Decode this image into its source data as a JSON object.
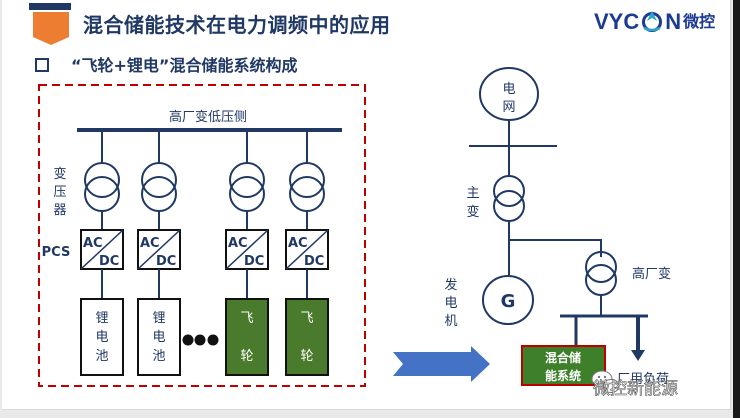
{
  "header": {
    "title": "混合储能技术在电力调频中的应用",
    "subtitle": "“飞轮+锂电”混合储能系统构成",
    "logo_text": "VYC",
    "logo_text_2": "N",
    "logo_cn": "微控"
  },
  "left_diagram": {
    "bus_label": "高厂变低压侧",
    "transformer_label": [
      "变",
      "压",
      "器"
    ],
    "pcs_label": "PCS",
    "converters": [
      {
        "ac": "AC",
        "dc": "DC"
      },
      {
        "ac": "AC",
        "dc": "DC"
      },
      {
        "ac": "AC",
        "dc": "DC"
      },
      {
        "ac": "AC",
        "dc": "DC"
      }
    ],
    "storage_units": [
      {
        "type": "battery",
        "chars": [
          "锂",
          "电",
          "池"
        ]
      },
      {
        "type": "battery",
        "chars": [
          "锂",
          "电",
          "池"
        ]
      },
      {
        "type": "flywheel",
        "chars": [
          "飞",
          "轮"
        ]
      },
      {
        "type": "flywheel",
        "chars": [
          "飞",
          "轮"
        ]
      }
    ],
    "ellipsis": "●●●"
  },
  "right_diagram": {
    "grid_label": [
      "电",
      "网"
    ],
    "main_transformer_label": [
      "主",
      "变"
    ],
    "generator_label": [
      "发",
      "电",
      "机"
    ],
    "generator_symbol": "G",
    "station_transformer_label": "高厂变",
    "hybrid_system_label": [
      "混合储",
      "能系统"
    ],
    "plant_load_label": "厂用负荷"
  },
  "colors": {
    "navy": "#1f3864",
    "orange": "#ed7d31",
    "green": "#4a7a2c",
    "dashed_red": "#c00000",
    "arrow_blue": "#4472c4"
  },
  "watermark": "微控新能源"
}
